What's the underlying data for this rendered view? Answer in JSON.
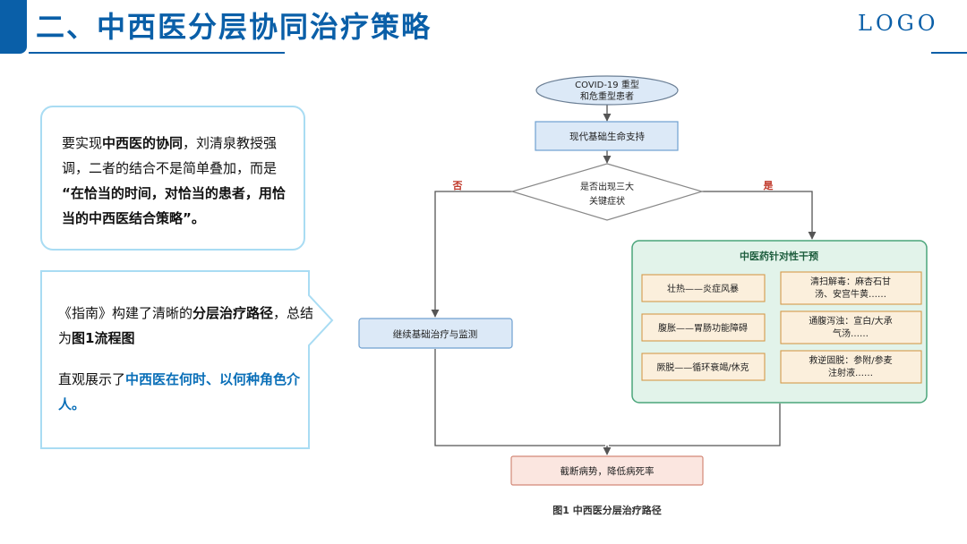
{
  "header": {
    "title": "二、中西医分层协同治疗策略",
    "logo": "LOGO"
  },
  "box1": {
    "t1": "要实现",
    "t2": "中西医的协同",
    "t3": "，刘清泉教授强调，二者的结合不是简单叠加，而是",
    "t4": "“在恰当的时间，对恰当的患者，用恰当的中西医结合策略”。"
  },
  "box2": {
    "t1": "《指南》构建了清晰的",
    "t2": "分层治疗路径",
    "t3": "，总结为",
    "t4": "图1流程图",
    "t5": "直观展示了",
    "t6": "中西医在何时、以何种角色介人。"
  },
  "flowchart": {
    "start": [
      "COVID-19 重型",
      "和危重型患者"
    ],
    "support": "现代基础生命支持",
    "decision": [
      "是否出现三大",
      "关键症状"
    ],
    "no_label": "否",
    "yes_label": "是",
    "continue": "继续基础治疗与监测",
    "tcm_title": "中医药针对性干预",
    "symptoms": [
      {
        "left": "壮热——炎症风暴",
        "right": [
          "清扫解毒：麻杏石甘",
          "汤、安宫牛黄……"
        ]
      },
      {
        "left": "腹胀——胃肠功能障碍",
        "right": [
          "通腹泻浊：宣白/大承",
          "气汤……"
        ]
      },
      {
        "left": "厥脱——循环衰竭/休克",
        "right": [
          "救逆固脱：参附/参麦",
          "注射液……"
        ]
      }
    ],
    "end": "截断病势，降低病死率",
    "caption": "图1  中西医分层治疗路径"
  },
  "colors": {
    "brand_blue": "#0a5fa8",
    "box_border": "#a9dcf3",
    "node_fill": "#dce9f7",
    "node_stroke": "#6fa0d0",
    "tcm_fill": "#e2f3ea",
    "tcm_stroke": "#4aa57a",
    "herb_fill": "#fbefdc",
    "herb_stroke": "#d59a4a",
    "end_fill": "#fbe6e0",
    "end_stroke": "#d38877",
    "label_red": "#c0392b"
  }
}
